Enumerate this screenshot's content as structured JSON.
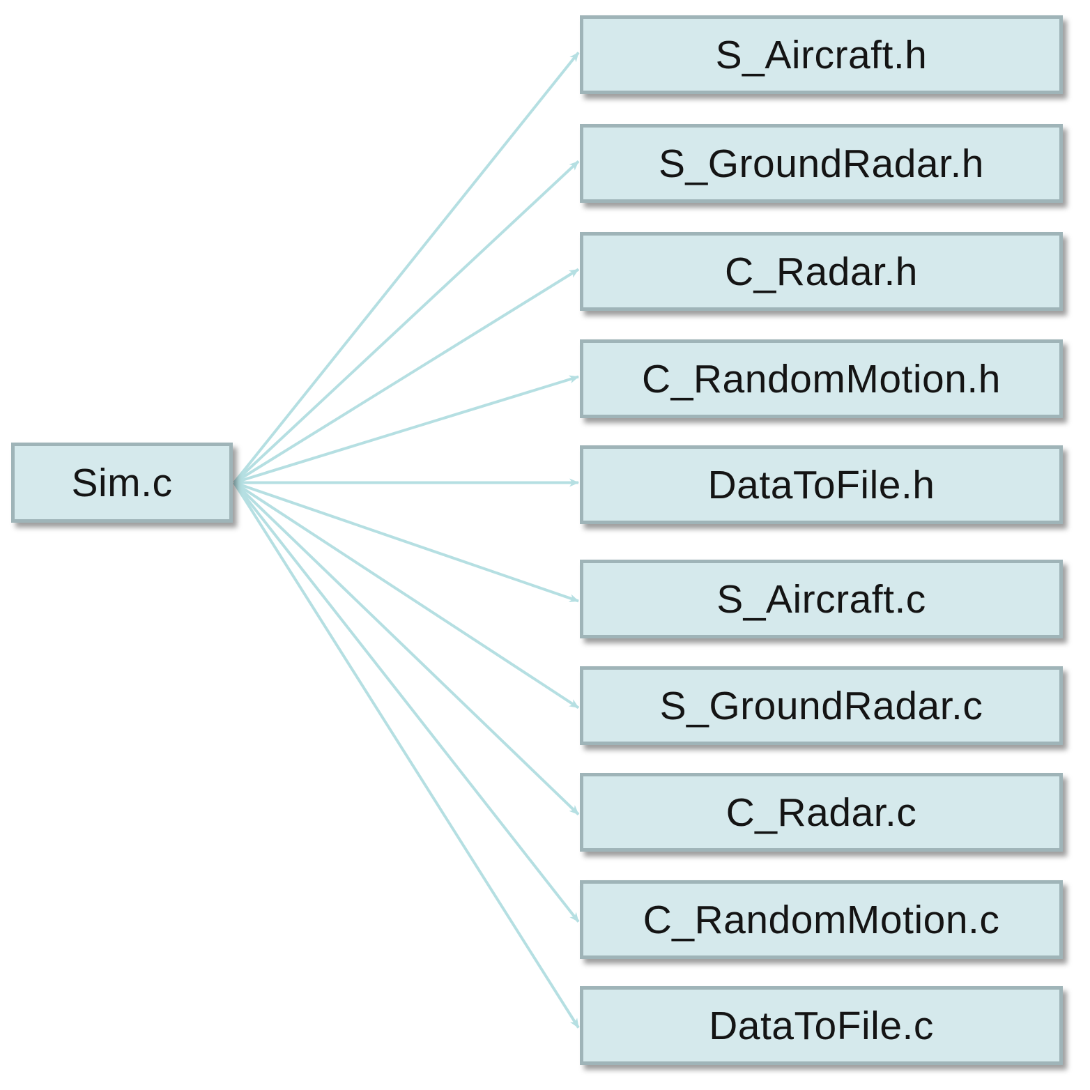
{
  "diagram": {
    "source": {
      "label": "Sim.c"
    },
    "targets": [
      {
        "label": "S_Aircraft.h"
      },
      {
        "label": "S_GroundRadar.h"
      },
      {
        "label": "C_Radar.h"
      },
      {
        "label": "C_RandomMotion.h"
      },
      {
        "label": "DataToFile.h"
      },
      {
        "label": "S_Aircraft.c"
      },
      {
        "label": "S_GroundRadar.c"
      },
      {
        "label": "C_Radar.c"
      },
      {
        "label": "C_RandomMotion.c"
      },
      {
        "label": "DataToFile.c"
      }
    ],
    "colors": {
      "box_fill": "#d5e9ec",
      "box_border": "#9fb4b8",
      "edge": "#b5dfe2",
      "text": "#141414"
    }
  }
}
